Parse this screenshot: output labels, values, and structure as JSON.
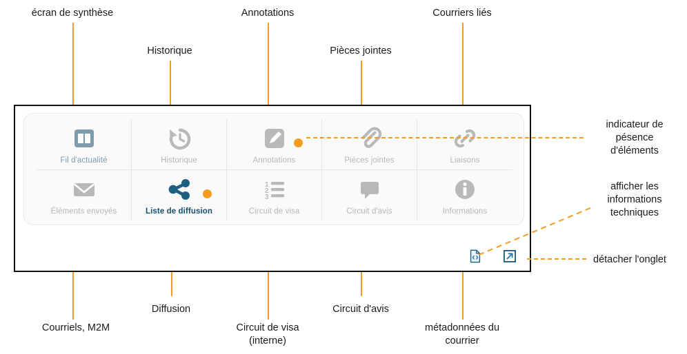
{
  "widget": {
    "tiles": [
      {
        "id": "fil-actualite",
        "label": "Fil d'actualité",
        "icon": "dashboard-icon",
        "state": "blue",
        "dot": false
      },
      {
        "id": "historique",
        "label": "Historique",
        "icon": "history-icon",
        "state": "grey",
        "dot": false
      },
      {
        "id": "annotations",
        "label": "Annotations",
        "icon": "pencil-square-icon",
        "state": "grey",
        "dot": true
      },
      {
        "id": "pieces-jointes",
        "label": "Pièces jointes",
        "icon": "paperclip-icon",
        "state": "grey",
        "dot": false
      },
      {
        "id": "liaisons",
        "label": "Liaisons",
        "icon": "link-chain-icon",
        "state": "grey",
        "dot": false
      },
      {
        "id": "elements-envoyes",
        "label": "Éléments envoyés",
        "icon": "envelope-icon",
        "state": "grey",
        "dot": false
      },
      {
        "id": "liste-diffusion",
        "label": "Liste de diffusion",
        "icon": "share-nodes-icon",
        "state": "navy",
        "dot": true
      },
      {
        "id": "circuit-visa",
        "label": "Circuit de visa",
        "icon": "numbered-list-icon",
        "state": "grey",
        "dot": false
      },
      {
        "id": "circuit-avis",
        "label": "Circuit d'avis",
        "icon": "speech-bubble-icon",
        "state": "grey",
        "dot": false
      },
      {
        "id": "informations",
        "label": "Informations",
        "icon": "info-circle-icon",
        "state": "grey",
        "dot": false
      }
    ],
    "actions": [
      {
        "id": "technical-info",
        "icon": "file-code-icon",
        "title": "afficher les informations techniques"
      },
      {
        "id": "detach-tab",
        "icon": "external-link-icon",
        "title": "détacher l'onglet"
      }
    ]
  },
  "callouts": {
    "top": [
      {
        "id": "ecran-synthese",
        "text": "écran de synthèse"
      },
      {
        "id": "historique",
        "text": "Historique"
      },
      {
        "id": "annotations",
        "text": "Annotations"
      },
      {
        "id": "pieces-jointes",
        "text": "Pièces jointes"
      },
      {
        "id": "courriers-lies",
        "text": "Courriers liés"
      }
    ],
    "right": [
      {
        "id": "indicateur-presence",
        "text": "indicateur de\npésence\nd'éléments"
      },
      {
        "id": "infos-techniques",
        "text": "afficher les\ninformations\ntechniques"
      },
      {
        "id": "detacher-onglet",
        "text": "détacher l'onglet"
      }
    ],
    "bottom": [
      {
        "id": "courriels-m2m",
        "text": "Courriels, M2M"
      },
      {
        "id": "diffusion",
        "text": "Diffusion"
      },
      {
        "id": "circuit-visa",
        "text": "Circuit de visa\n(interne)"
      },
      {
        "id": "circuit-avis",
        "text": "Circuit d'avis"
      },
      {
        "id": "metadonnees",
        "text": "métadonnées du\ncourrier"
      }
    ]
  },
  "colors": {
    "accent_orange": "#f59b21",
    "navy": "#16506f",
    "steel_blue": "#7e9cab",
    "grey_icon": "#b9b9b9",
    "frame": "#111111"
  }
}
